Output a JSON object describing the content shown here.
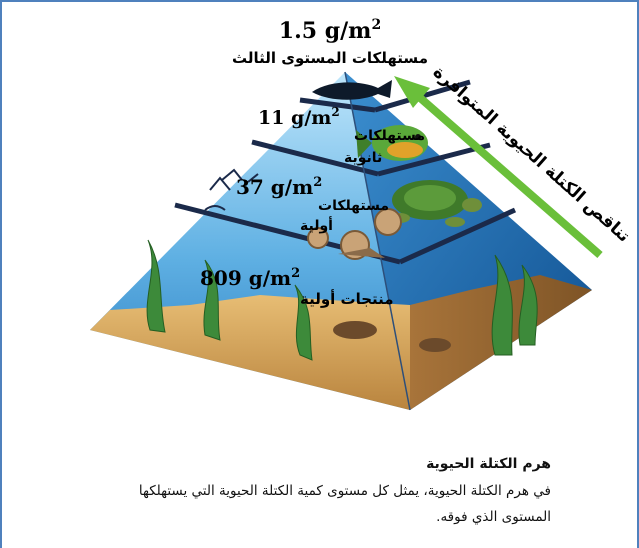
{
  "top": {
    "value": "1.5 g/m",
    "sup": "2",
    "label": "مستهلكات المستوى الثالث"
  },
  "levels": [
    {
      "value": "11 g/m",
      "sup": "2",
      "label_line1": "مستهلكات",
      "label_line2": "ثانوية"
    },
    {
      "value": "37 g/m",
      "sup": "2",
      "label_line1": "مستهلكات",
      "label_line2": "أولية"
    },
    {
      "value": "809 g/m",
      "sup": "2",
      "label_line1": "منتجات أولية",
      "label_line2": ""
    }
  ],
  "arrow_label": "تناقص الكتلة الحيوية المتوافرة",
  "caption": {
    "title": "هرم الكتلة الحيوية",
    "body": "في هرم الكتلة الحيوية، يمثل كل مستوى كمية الكتلة الحيوية التي يستهلكها المستوى الذي فوقه."
  },
  "colors": {
    "water_light": "#9fd3f0",
    "water_dark": "#1f6fb5",
    "sand": "#d9a55a",
    "arrow": "#6abf3a",
    "frame": "#4f81bd"
  }
}
